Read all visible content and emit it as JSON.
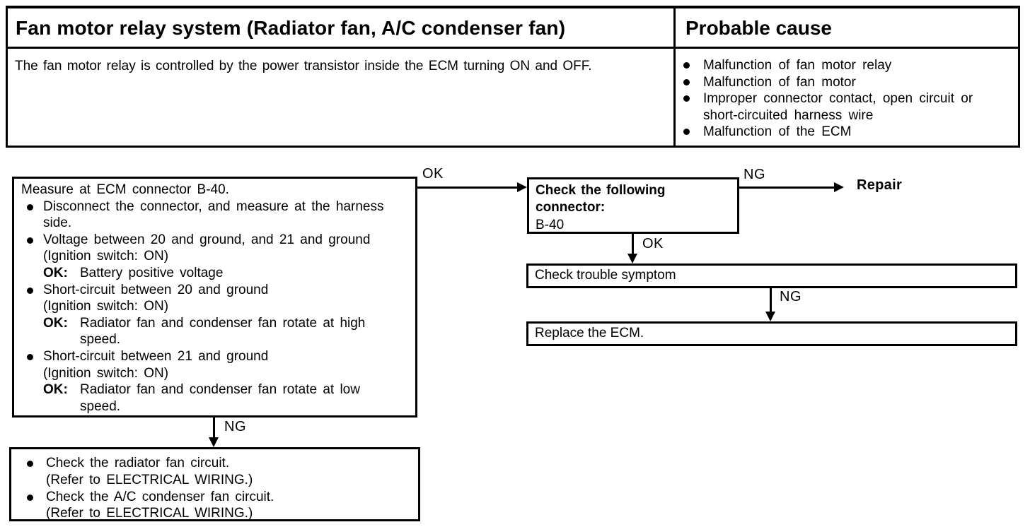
{
  "table": {
    "title": "Fan motor relay system (Radiator fan, A/C condenser fan)",
    "probable_cause_header": "Probable cause",
    "description": "The fan motor relay is controlled by the power transistor inside the ECM turning ON and OFF.",
    "probable_causes": [
      "Malfunction of fan motor relay",
      "Malfunction of fan motor",
      "Improper connector contact, open circuit or\nshort-circuited harness wire",
      "Malfunction of the ECM"
    ]
  },
  "flow": {
    "labels": {
      "ok": "OK",
      "ng": "NG"
    },
    "main_box": {
      "title": "Measure at ECM connector B-40.",
      "items": [
        {
          "text": "Disconnect the connector, and measure at the harness\nside."
        },
        {
          "text": "Voltage between 20 and ground, and 21 and ground",
          "condition": "(Ignition switch: ON)",
          "ok_label": "OK:",
          "ok_result": "Battery positive voltage"
        },
        {
          "text": "Short-circuit between 20 and ground",
          "condition": "(Ignition switch: ON)",
          "ok_label": "OK:",
          "ok_result": "Radiator fan and condenser fan rotate at high\nspeed."
        },
        {
          "text": "Short-circuit between 21 and ground",
          "condition": "(Ignition switch: ON)",
          "ok_label": "OK:",
          "ok_result": "Radiator fan and condenser fan rotate at low\nspeed."
        }
      ]
    },
    "connector_box": {
      "title": "Check the following\nconnector:",
      "value": "B-40"
    },
    "repair_label": "Repair",
    "symptom_box": "Check trouble symptom",
    "replace_box": "Replace the ECM.",
    "ng_box": {
      "items": [
        {
          "text": "Check the radiator fan circuit.",
          "ref": "(Refer to ELECTRICAL WIRING.)"
        },
        {
          "text": "Check the A/C condenser fan circuit.",
          "ref": "(Refer to ELECTRICAL WIRING.)"
        }
      ]
    }
  }
}
